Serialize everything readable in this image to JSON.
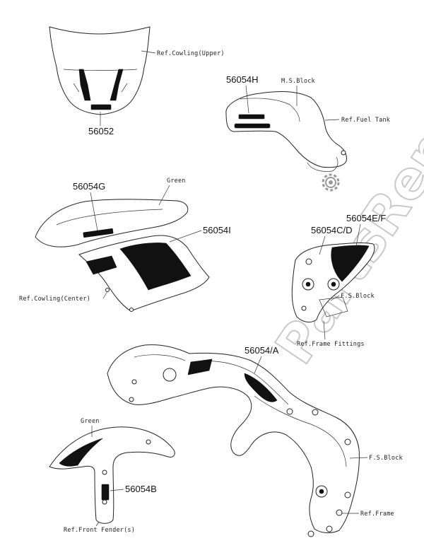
{
  "watermark": "PartsRepublik",
  "labels": {
    "ref_cowling_upper": "Ref.Cowling(Upper)",
    "p_56052": "56052",
    "p_56054H": "56054H",
    "ms_block": "M.S.Block",
    "ref_fuel_tank": "Ref.Fuel Tank",
    "p_56054G": "56054G",
    "green_1": "Green",
    "p_56054I": "56054I",
    "ref_cowling_center": "Ref.Cowling(Center)",
    "p_56054EF": "56054E/F",
    "p_56054CD": "56054C/D",
    "fs_block_1": "F.S.Block",
    "ref_frame_fittings": "Ref.Frame Fittings",
    "p_56054A": "56054/A",
    "green_2": "Green",
    "p_56054B": "56054B",
    "fs_block_2": "F.S.Block",
    "ref_frame": "Ref.Frame",
    "ref_front_fender": "Ref.Front Fender(s)"
  },
  "colors": {
    "line": "#222222",
    "watermark": "#c9c9c9",
    "decal": "#111111"
  },
  "icons": {
    "gear": "gear-icon"
  }
}
